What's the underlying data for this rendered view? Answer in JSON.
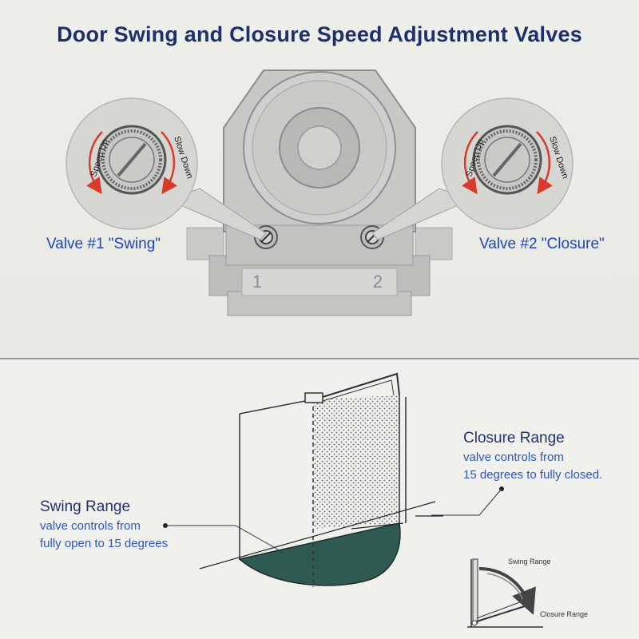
{
  "title": "Door Swing and Closure Speed Adjustment Valves",
  "valves": [
    {
      "label": "Valve #1 \"Swing\"",
      "number": "1",
      "dial": {
        "speed_up": "Speep Up",
        "slow_down": "Slow Down"
      }
    },
    {
      "label": "Valve #2 \"Closure\"",
      "number": "2",
      "dial": {
        "speed_up": "Speep Up",
        "slow_down": "Slow Down"
      }
    }
  ],
  "closure_range": {
    "title": "Closure Range",
    "line1": "valve controls from",
    "line2": "15 degrees to fully closed."
  },
  "swing_range": {
    "title": "Swing Range",
    "line1": "valve controls from",
    "line2": "fully open to 15 degrees"
  },
  "mini_diagram": {
    "swing_label": "Swing Range",
    "closure_label": "Closure Range"
  },
  "colors": {
    "title": "#1f2f6b",
    "valve_label": "#1e47b8",
    "arrow": "#d93a2b",
    "swing_fill": "#2e5a52",
    "body": "#c8c8c5"
  }
}
